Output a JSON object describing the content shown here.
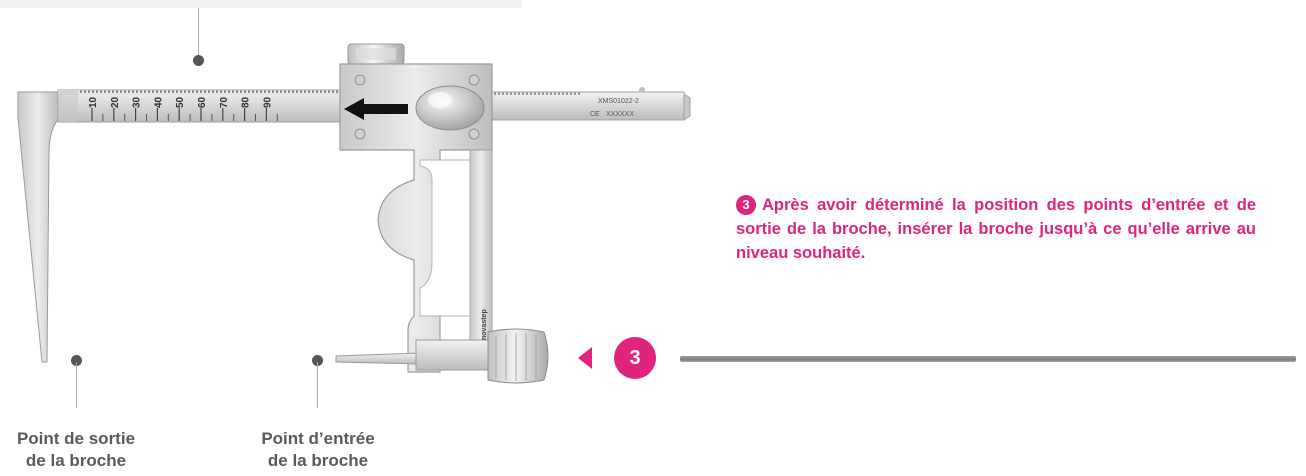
{
  "scale": {
    "ticks": [
      "10",
      "20",
      "30",
      "40",
      "50",
      "60",
      "70",
      "80",
      "90"
    ]
  },
  "engraving": {
    "ref": "XMS01022-2",
    "mark": "CE",
    "serial": "XXXXXX",
    "brand": "novastep"
  },
  "labels": {
    "exit": [
      "Point de sortie",
      "de la broche"
    ],
    "entry": [
      "Point d’entrée",
      "de la broche"
    ]
  },
  "step": {
    "number": "3",
    "text": "Après avoir déterminé la position des points d’entrée et de sortie de la broche, insérer la broche jusqu’à ce qu’elle arrive au niveau souhaité."
  },
  "colors": {
    "accent": "#e0237b",
    "label": "#5a5a5a",
    "metal": "#d6d6d6"
  }
}
